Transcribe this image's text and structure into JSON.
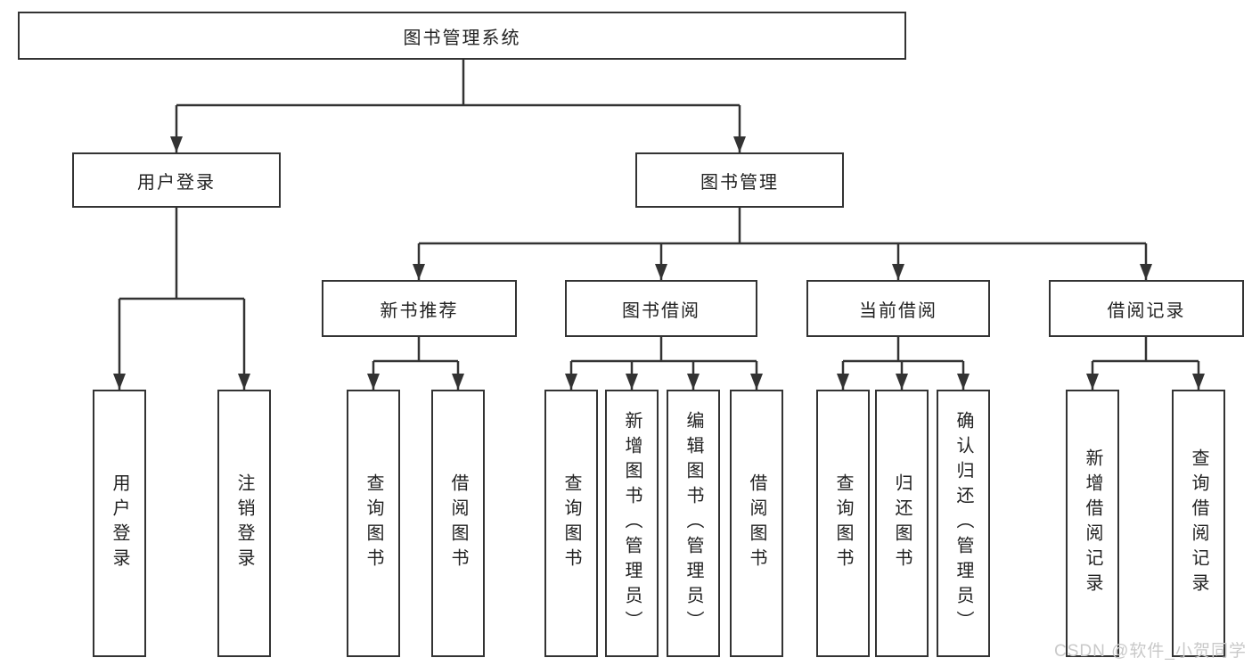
{
  "tree": {
    "root": {
      "label": "图书管理系统"
    },
    "level2": [
      {
        "label": "用户登录",
        "children": [
          {
            "label": "用户登录"
          },
          {
            "label": "注销登录"
          }
        ]
      },
      {
        "label": "图书管理",
        "children": [
          {
            "label": "新书推荐",
            "children": [
              {
                "label": "查询图书"
              },
              {
                "label": "借阅图书"
              }
            ]
          },
          {
            "label": "图书借阅",
            "children": [
              {
                "label": "查询图书"
              },
              {
                "label": "新增图书（管理员）"
              },
              {
                "label": "编辑图书（管理员）"
              },
              {
                "label": "借阅图书"
              }
            ]
          },
          {
            "label": "当前借阅",
            "children": [
              {
                "label": "查询图书"
              },
              {
                "label": "归还图书"
              },
              {
                "label": "确认归还（管理员）"
              }
            ]
          },
          {
            "label": "借阅记录",
            "children": [
              {
                "label": "新增借阅记录"
              },
              {
                "label": "查询借阅记录"
              }
            ]
          }
        ]
      }
    ]
  },
  "colors": {
    "line": "#333333",
    "text": "#222222",
    "watermark": "#c9c9c9",
    "background": "#ffffff"
  },
  "watermark": {
    "text": "CSDN @软件_小贺同学"
  }
}
